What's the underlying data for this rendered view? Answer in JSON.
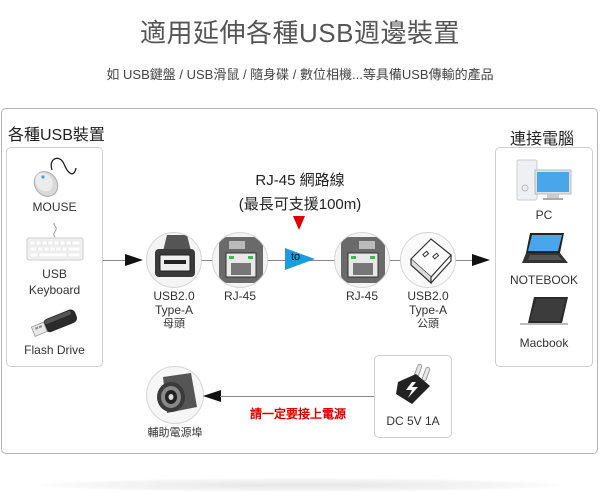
{
  "header": {
    "title": "適用延伸各種USB週邊裝置",
    "subtitle": "如 USB鍵盤 / USB滑鼠 / 隨身碟 / 數位相機...等具備USB傳輸的產品"
  },
  "left_group": {
    "title": "各種USB裝置",
    "devices": [
      {
        "icon": "mouse-icon",
        "label": "MOUSE"
      },
      {
        "icon": "keyboard-icon",
        "label_line1": "USB",
        "label_line2": "Keyboard"
      },
      {
        "icon": "flash-drive-icon",
        "label": "Flash Drive"
      }
    ]
  },
  "right_group": {
    "title": "連接電腦",
    "devices": [
      {
        "icon": "pc-icon",
        "label": "PC"
      },
      {
        "icon": "notebook-icon",
        "label": "NOTEBOOK"
      },
      {
        "icon": "macbook-icon",
        "label": "Macbook"
      }
    ]
  },
  "chain": {
    "usb_female": {
      "line1": "USB2.0",
      "line2": "Type-A",
      "line3": "母頭"
    },
    "rj45_left": {
      "label": "RJ-45"
    },
    "to_label": "to",
    "rj45_right": {
      "label": "RJ-45"
    },
    "usb_male": {
      "line1": "USB2.0",
      "line2": "Type-A",
      "line3": "公頭"
    }
  },
  "cable": {
    "title": "RJ-45 網路線",
    "note": "(最長可支援100m)"
  },
  "power": {
    "port_label": "輔助電源埠",
    "warning": "請一定要接上電源",
    "adapter_label": "DC 5V 1A"
  },
  "colors": {
    "accent_red": "#e00000",
    "badge_blue": "#1e9be0",
    "arrow": "#111111",
    "border": "#b5b5b5"
  }
}
